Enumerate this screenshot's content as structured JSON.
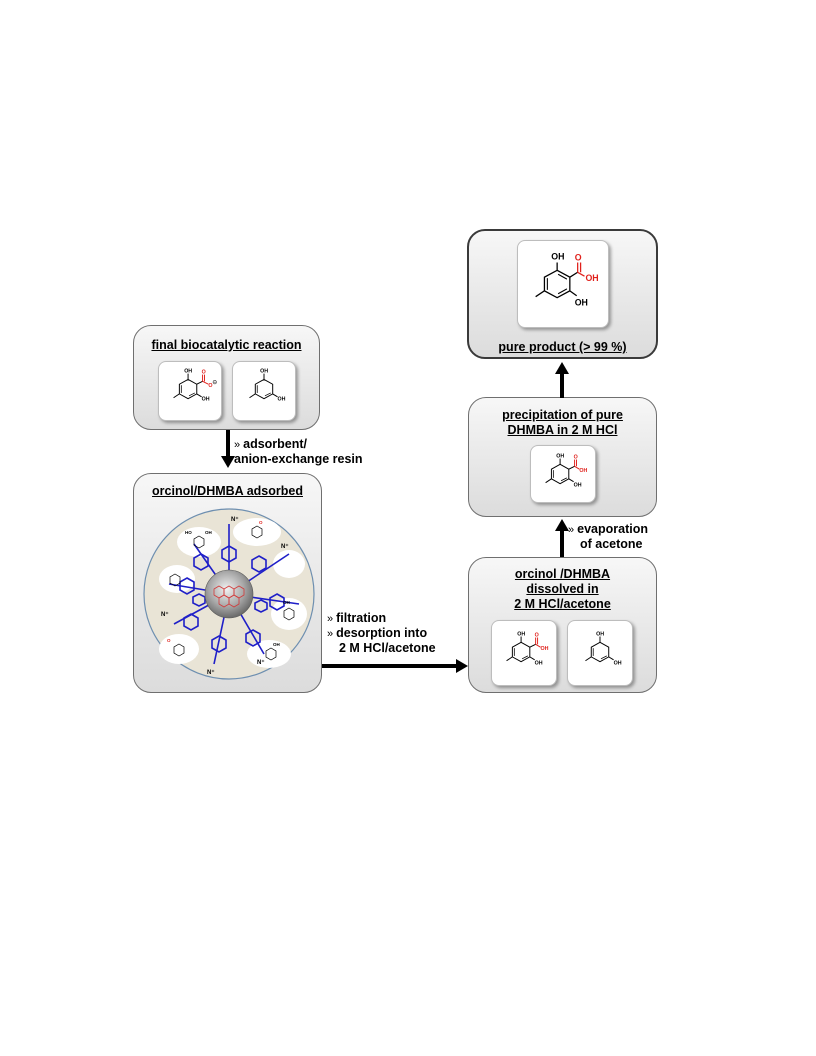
{
  "panels": {
    "final_reaction": {
      "title": "final biocatalytic reaction"
    },
    "adsorbed": {
      "title": "orcinol/DHMBA adsorbed"
    },
    "dissolved": {
      "title_line1": "orcinol /DHMBA",
      "title_line2": "dissolved in",
      "title_line3": "2 M HCl/acetone"
    },
    "precipitation": {
      "title_line1": "precipitation of pure",
      "title_line2": "DHMBA in 2 M HCl"
    },
    "pure_product": {
      "title": "pure product (> 99 %)"
    }
  },
  "steps": {
    "adsorb_line1": "adsorbent/",
    "adsorb_line2": "anion-exchange resin",
    "filtration": "filtration",
    "desorption_line1": "desorption into",
    "desorption_line2": "2 M HCl/acetone",
    "evaporation_line1": "evaporation",
    "evaporation_line2": "of acetone",
    "bullet": "»"
  },
  "chem": {
    "oh": "OH",
    "ho": "HO",
    "o": "O",
    "n_plus": "N⁺",
    "minus": "⊖"
  },
  "colors": {
    "oxygen_red": "#e0201b",
    "resin_blue": "#1f1fc8",
    "panel_border": "#6f6f6f"
  }
}
